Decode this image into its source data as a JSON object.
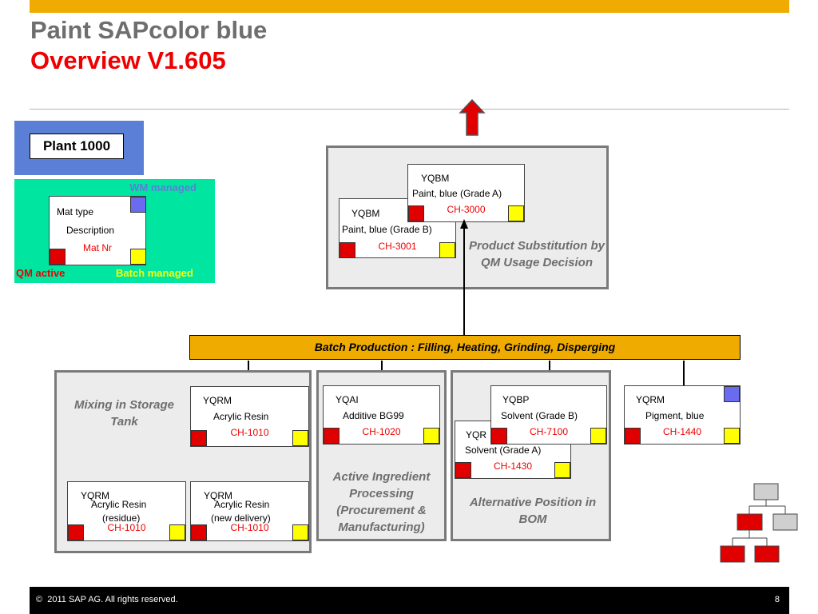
{
  "header": {
    "title_line1": "Paint SAPcolor blue",
    "title_line2": "Overview V1.605"
  },
  "legend": {
    "plant": "Plant 1000",
    "wm_managed": "WM managed",
    "mat_type": "Mat type",
    "description": "Description",
    "mat_nr": "Mat Nr",
    "qm_active": "QM active",
    "batch_managed": "Batch managed"
  },
  "product": {
    "grade_a": {
      "type": "YQBM",
      "desc": "Paint, blue (Grade A)",
      "nr": "CH-3000"
    },
    "grade_b": {
      "type": "YQBM",
      "desc": "Paint, blue (Grade B)",
      "nr": "CH-3001"
    },
    "caption": "Product Substitution by QM Usage Decision"
  },
  "batch_production": "Batch Production : Filling, Heating, Grinding, Disperging",
  "mixing": {
    "caption": "Mixing in Storage Tank",
    "main": {
      "type": "YQRM",
      "desc": "Acrylic Resin",
      "nr": "CH-1010"
    },
    "residue": {
      "type": "YQRM",
      "desc1": "Acrylic Resin",
      "desc2": "(residue)",
      "nr": "CH-1010"
    },
    "new_delivery": {
      "type": "YQRM",
      "desc1": "Acrylic Resin",
      "desc2": "(new delivery)",
      "nr": "CH-1010"
    }
  },
  "active": {
    "card": {
      "type": "YQAI",
      "desc": "Additive BG99",
      "nr": "CH-1020"
    },
    "caption": "Active Ingredient Processing (Procurement & Manufacturing)"
  },
  "alternative": {
    "grade_b": {
      "type": "YQBP",
      "desc": "Solvent (Grade B)",
      "nr": "CH-7100"
    },
    "grade_a": {
      "type": "YQR",
      "desc": "Solvent (Grade A)",
      "nr": "CH-1430"
    },
    "caption": "Alternative Position in BOM"
  },
  "pigment": {
    "type": "YQRM",
    "desc": "Pigment, blue",
    "nr": "CH-1440"
  },
  "footer": {
    "copyright": "2011 SAP AG. All rights reserved.",
    "page": "8"
  },
  "colors": {
    "accent": "#f0ab00",
    "red": "#e00000",
    "yellow": "#ffff00",
    "blue": "#6b6bf0",
    "legend_green": "#00e6a0",
    "plant_blue": "#5b7fd6"
  },
  "icons": [
    "up-arrow-icon",
    "hierarchy-tree-icon"
  ]
}
